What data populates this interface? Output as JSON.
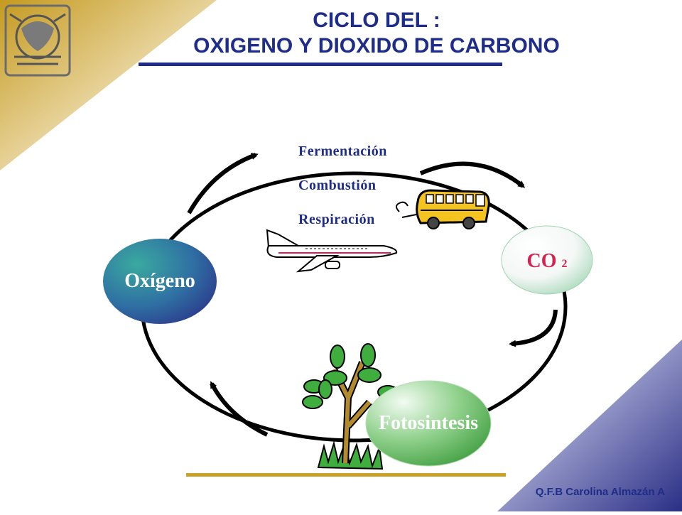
{
  "title": {
    "line1": "CICLO DEL :",
    "line2": "OXIGENO Y  DIOXIDO DE CARBONO"
  },
  "processes": [
    "Fermentación",
    "Combustión",
    "Respiración"
  ],
  "nodes": {
    "oxygen": "Oxígeno",
    "co2": "CO",
    "co2_subscript": "2",
    "photosynthesis": "Fotosintesis"
  },
  "author": "Q.F.B  Carolina Almazán A",
  "colors": {
    "title": "#1f2d8a",
    "gold": "#c9a227",
    "navy": "#2b2f86",
    "co2_text": "#d6204e",
    "green": "#3a9a3a"
  },
  "icons": {
    "logo": "unam-seal-icon",
    "airplane": "airplane-icon",
    "bus": "bus-icon",
    "tree": "tree-icon"
  }
}
